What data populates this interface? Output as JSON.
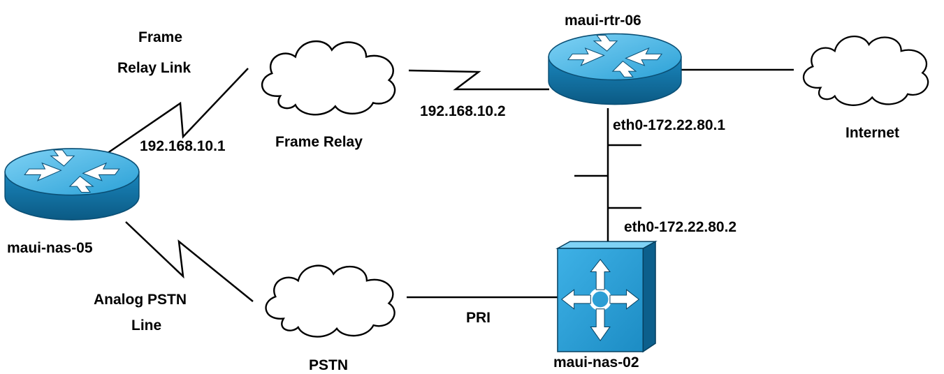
{
  "colors": {
    "background": "#ffffff",
    "line": "#000000",
    "device_blue": "#1e8fc6",
    "device_blue_light": "#66c4ee",
    "device_blue_dark": "#0d5f8a",
    "cloud_fill": "#ffffff"
  },
  "devices": [
    {
      "id": "maui-nas-05",
      "label": "maui-nas-05",
      "type": "router",
      "icon": "router-icon"
    },
    {
      "id": "maui-rtr-06",
      "label": "maui-rtr-06",
      "type": "router",
      "icon": "router-icon"
    },
    {
      "id": "maui-nas-02",
      "label": "maui-nas-02",
      "type": "access-server",
      "icon": "access-server-icon"
    }
  ],
  "clouds": [
    {
      "id": "frame-relay",
      "label": "Frame Relay",
      "icon": "cloud-icon"
    },
    {
      "id": "pstn",
      "label": "PSTN",
      "icon": "cloud-icon"
    },
    {
      "id": "internet",
      "label": "Internet",
      "icon": "cloud-icon"
    }
  ],
  "links": {
    "frame_relay_link": [
      "Frame",
      "Relay Link"
    ],
    "analog_line": [
      "Analog PSTN",
      "Line"
    ],
    "pri": "PRI"
  },
  "addresses": {
    "nas05_serial": "192.168.10.1",
    "rtr06_serial": "192.168.10.2",
    "rtr06_eth": "eth0-172.22.80.1",
    "nas02_eth": "eth0-172.22.80.2"
  }
}
